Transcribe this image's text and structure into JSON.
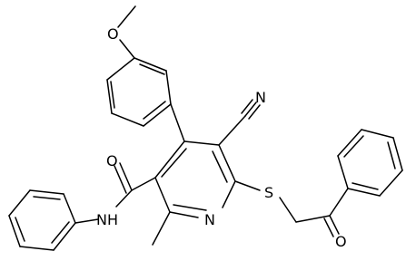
{
  "molecule": {
    "atom_labels": {
      "methoxy_oxygen": "O",
      "nitrile_nitrogen": "N",
      "carbonyl_oxygen_amide": "O",
      "sulfur": "S",
      "amide_nh": "NH",
      "pyridine_nitrogen": "N",
      "ketone_oxygen": "O"
    }
  }
}
